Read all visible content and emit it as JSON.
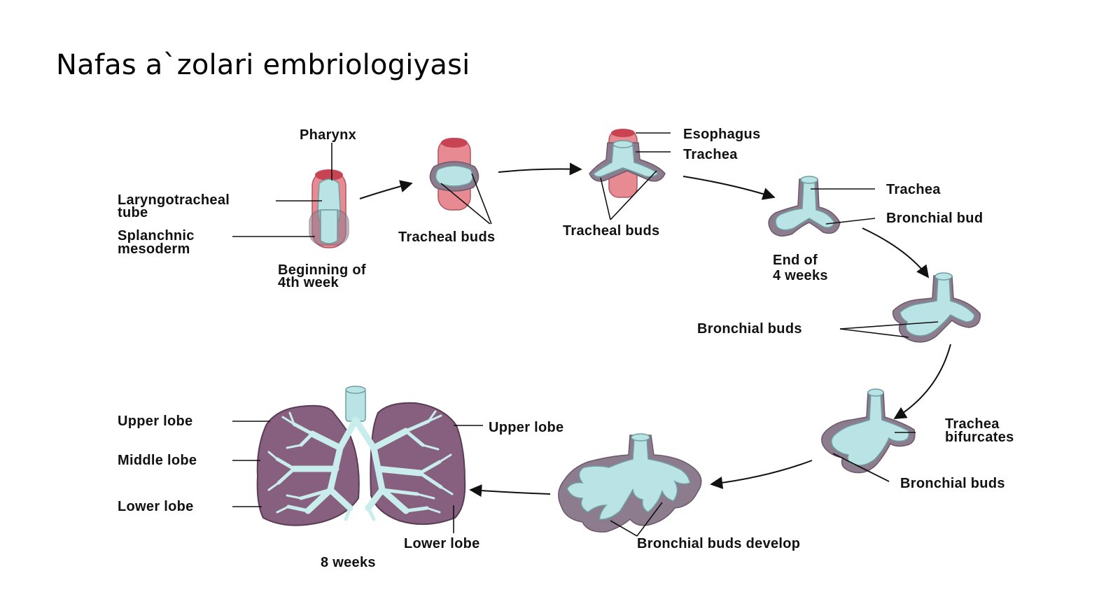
{
  "title": "Nafas a`zolari embriologiyasi",
  "labels": {
    "pharynx": "Pharynx",
    "laryngotracheal_1": "Laryngotracheal",
    "laryngotracheal_2": "tube",
    "splanchnic_1": "Splanchnic",
    "splanchnic_2": "mesoderm",
    "beginning_1": "Beginning of",
    "beginning_2": "4th week",
    "tracheal_buds_a": "Tracheal buds",
    "esophagus": "Esophagus",
    "trachea_a": "Trachea",
    "tracheal_buds_b": "Tracheal buds",
    "trachea_b": "Trachea",
    "bronchial_bud": "Bronchial bud",
    "end_of_1": "End of",
    "end_of_2": "4 weeks",
    "bronchial_buds_a": "Bronchial buds",
    "trachea_bif_1": "Trachea",
    "trachea_bif_2": "bifurcates",
    "bronchial_buds_b": "Bronchial buds",
    "bronchial_buds_develop": "Bronchial buds develop",
    "upper_lobe_left": "Upper lobe",
    "middle_lobe": "Middle lobe",
    "lower_lobe_left": "Lower lobe",
    "upper_lobe_right": "Upper lobe",
    "lower_lobe_right": "Lower lobe",
    "eight_weeks": "8 weeks"
  },
  "colors": {
    "epithelium": "#b9e3e4",
    "mesoderm": "#8d7c8e",
    "pharynx_tissue": "#e88a92",
    "lung_tissue": "#86607e"
  }
}
